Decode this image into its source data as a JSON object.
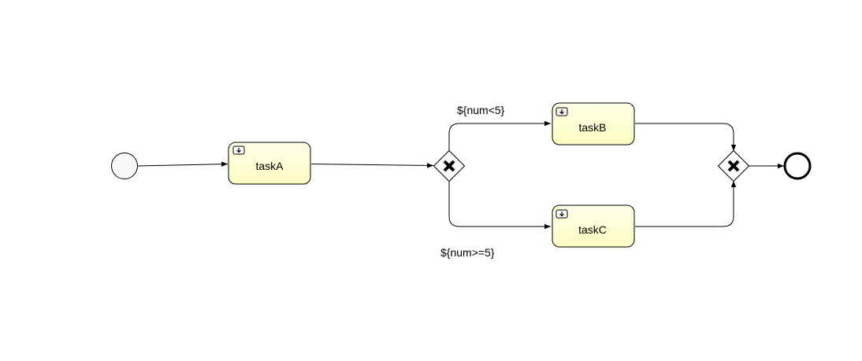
{
  "diagram": {
    "tasks": [
      {
        "id": "taskA",
        "label": "taskA",
        "icon": "service-task-icon"
      },
      {
        "id": "taskB",
        "label": "taskB",
        "icon": "service-task-icon"
      },
      {
        "id": "taskC",
        "label": "taskC",
        "icon": "service-task-icon"
      }
    ],
    "gateways": [
      {
        "id": "split",
        "type": "exclusive",
        "icon": "x-icon"
      },
      {
        "id": "join",
        "type": "exclusive",
        "icon": "x-icon"
      }
    ],
    "events": [
      {
        "id": "start",
        "type": "start"
      },
      {
        "id": "end",
        "type": "end"
      }
    ],
    "conditions": {
      "to_taskB": "${num<5}",
      "to_taskC": "${num>=5}"
    },
    "colors": {
      "task_fill_top": "#ffffe6",
      "task_fill_bottom": "#fdfdc4",
      "stroke": "#000000",
      "start_fill": "#f8f8fa"
    }
  }
}
